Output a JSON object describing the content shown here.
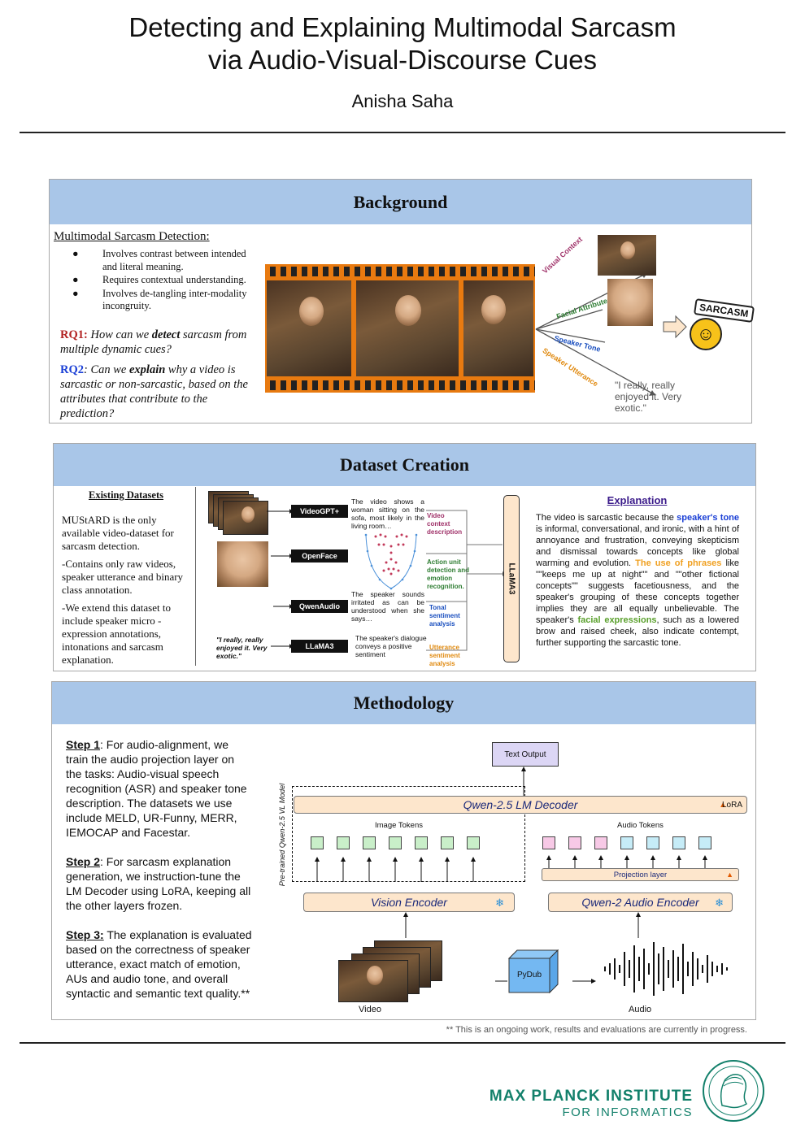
{
  "header": {
    "title_line1": "Detecting and Explaining Multimodal Sarcasm",
    "title_line2": "via Audio-Visual-Discourse Cues",
    "author": "Anisha Saha"
  },
  "background": {
    "heading": "Background",
    "subheading": "Multimodal Sarcasm Detection:",
    "bullets": [
      "Involves contrast between intended and literal meaning.",
      "Requires contextual understanding.",
      "Involves de-tangling inter-modality incongruity."
    ],
    "rq1_label": "RQ1:",
    "rq1_pre": " How can we ",
    "rq1_bold": "detect",
    "rq1_post": " sarcasm from multiple dynamic cues?",
    "rq2_label": "RQ2",
    "rq2_pre": ": Can we ",
    "rq2_bold": "explain",
    "rq2_post": " why a video is sarcastic or non-sarcastic, based on the attributes that contribute to the prediction?",
    "branches": [
      "Visual Context",
      "Facial Attributes",
      "Speaker Tone",
      "Speaker Utterance"
    ],
    "sarcasm_badge": "SARCASM",
    "quote": "\"I really, really enjoyed it. Very exotic.\""
  },
  "dataset": {
    "heading": "Dataset Creation",
    "existing_title": "Existing Datasets",
    "p1": "MUStARD is the only available video-dataset for sarcasm detection.",
    "p2": "-Contains only raw videos, speaker utterance and binary class annotation.",
    "p3": "-We extend this dataset to include speaker micro - expression annotations, intonations and sarcasm explanation.",
    "tools": [
      "VideoGPT+",
      "OpenFace",
      "QwenAudio",
      "LLaMA3"
    ],
    "quote": "\"I really, really enjoyed it. Very exotic.\"",
    "desc_video": "The video shows a woman sitting on the sofa, most likely in the living room…",
    "desc_audio": "The speaker sounds irritated as can be understood when she says…",
    "desc_text": "The speaker's dialogue conveys a positive sentiment",
    "tag_video": "Video context description",
    "tag_face": "Action unit detection and emotion recognition.",
    "tag_audio": "Tonal sentiment analysis",
    "tag_text": "Utterance sentiment analysis",
    "llama_vertical": "LLaMA3",
    "explanation_title": "Explanation",
    "exp_1": "The video is sarcastic because the ",
    "exp_2": "speaker's tone",
    "exp_3": " is informal, conversational, and ironic, with a hint of annoyance and frustration, conveying skepticism and dismissal towards concepts like global warming and evolution. ",
    "exp_4": "The use of phrases",
    "exp_5": " like \"\"keeps me up at night\"\" and \"\"other fictional concepts\"\" suggests facetiousness, and the speaker's grouping of these concepts together implies they are all equally unbelievable. The speaker's ",
    "exp_6": "facial expressions",
    "exp_7": ", such as a lowered brow and raised cheek, also indicate contempt, further supporting the sarcastic tone."
  },
  "methodology": {
    "heading": "Methodology",
    "step1_label": "Step 1",
    "step1_text": ":  For audio-alignment, we train the audio projection layer on the tasks: Audio-visual speech recognition (ASR) and speaker tone description. The datasets we use include MELD, UR-Funny, MERR, IEMOCAP and Facestar.",
    "step2_label": "Step 2",
    "step2_text": ":  For sarcasm explanation generation, we instruction-tune the LM Decoder using LoRA, keeping all the other layers frozen.",
    "step3_label": "Step 3:",
    "step3_text": " The explanation is evaluated based on the correctness of speaker utterance, exact match of emotion, AUs and audio tone, and overall syntactic and semantic text quality.**",
    "text_output": "Text Output",
    "decoder": "Qwen-2.5 LM Decoder",
    "lora": "LoRA",
    "image_tokens": "Image Tokens",
    "audio_tokens": "Audio Tokens",
    "projection": "Projection layer",
    "vision_encoder": "Vision Encoder",
    "audio_encoder": "Qwen-2 Audio Encoder",
    "pretrained": "Pre-trained Qwen-2.5 VL Model",
    "pydub": "PyDub",
    "video": "Video",
    "audio": "Audio",
    "footnote": "** This is an ongoing work, results and evaluations are currently in progress."
  },
  "footer": {
    "institute_line1": "MAX PLANCK INSTITUTE",
    "institute_line2": "FOR INFORMATICS"
  },
  "colors": {
    "header_blue": "#a9c6e8",
    "rq1_red": "#b22222",
    "rq2_blue": "#1a3fd6",
    "mpi_green": "#13806b",
    "token_green": "#c9efc9",
    "token_pink": "#f7c9e6",
    "token_cyan": "#c6ecf7",
    "decoder_peach": "#fde6cc",
    "text_output_purple": "#dcd6f5"
  }
}
